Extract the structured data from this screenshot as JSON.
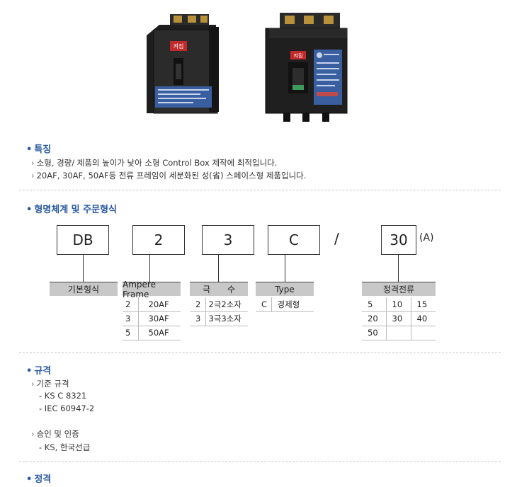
{
  "features": {
    "title": "특징",
    "items": [
      "소형, 경량/ 제품의 높이가 낮아 소형 Control Box 제작에 최적입니다.",
      "20AF, 30AF, 50AF등 전류 프레임이 세분화된 성(省) 스페이스형 제품입니다."
    ]
  },
  "model": {
    "title": "형명체계 및 주문형식",
    "codes": [
      "DB",
      "2",
      "3",
      "C",
      "30"
    ],
    "slash": "/",
    "unit": "(A)",
    "groups": {
      "base": {
        "header": "기본형식"
      },
      "frame": {
        "header": "Ampere Frame",
        "rows": [
          [
            "2",
            "20AF"
          ],
          [
            "3",
            "30AF"
          ],
          [
            "5",
            "50AF"
          ]
        ]
      },
      "poles": {
        "header": "극　　수",
        "rows": [
          [
            "2",
            "2극2소자"
          ],
          [
            "3",
            "3극3소자"
          ]
        ]
      },
      "type": {
        "header": "Type",
        "rows": [
          [
            "C",
            "경제형"
          ]
        ]
      },
      "rated": {
        "header": "정격전류",
        "rows": [
          [
            "5",
            "10",
            "15"
          ],
          [
            "20",
            "30",
            "40"
          ],
          [
            "50",
            "",
            ""
          ]
        ]
      }
    }
  },
  "standards": {
    "title": "규격",
    "groups": [
      {
        "label": "기준 규격",
        "items": [
          "- KS C 8321",
          "- IEC 60947-2"
        ]
      },
      {
        "label": "승인 및 인증",
        "items": [
          "- KS, 한국선급"
        ]
      }
    ]
  },
  "rating": {
    "title": "정격"
  },
  "product": {
    "label_left": "켜짐",
    "label_right": "켜짐"
  },
  "colors": {
    "accent": "#2a5aa0",
    "header_bg": "#c8c8c8"
  }
}
